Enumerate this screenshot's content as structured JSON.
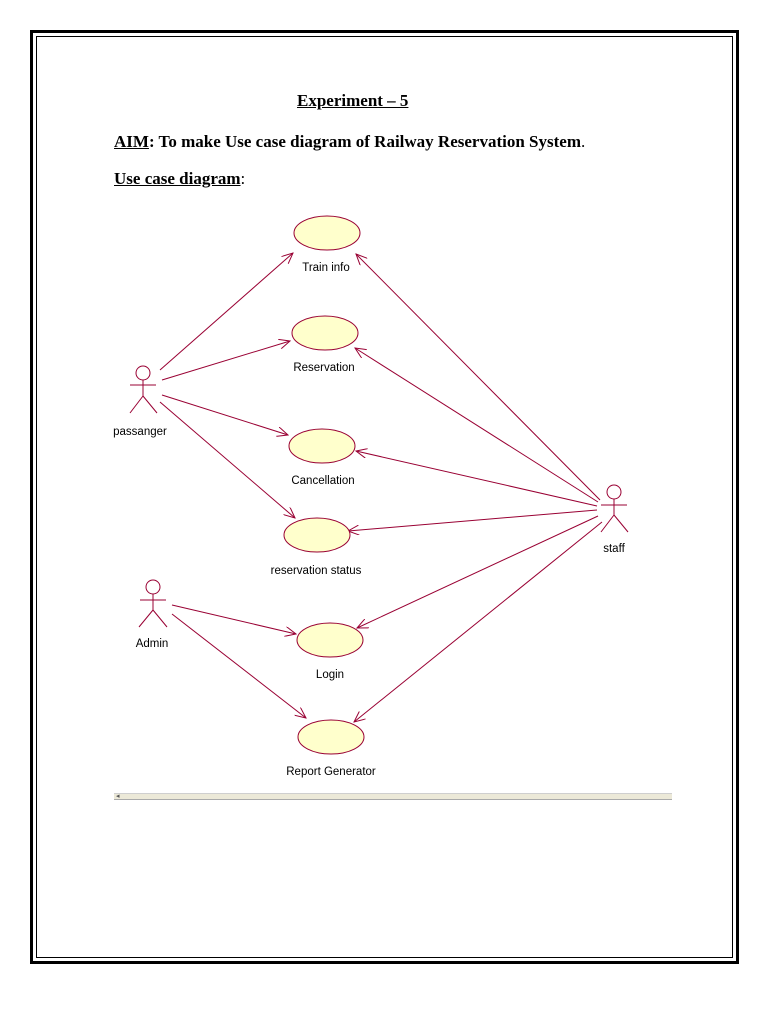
{
  "heading": {
    "experiment": "Experiment – 5",
    "aim_label": "AIM",
    "aim_text": ": To make Use case diagram of Railway  Reservation System",
    "aim_end": ".",
    "uc_label": "Use case diagram",
    "uc_end": ":"
  },
  "diagram": {
    "actors": {
      "passenger": "passanger",
      "admin": "Admin",
      "staff": "staff"
    },
    "use_cases": {
      "train_info": "Train info",
      "reservation": "Reservation",
      "cancellation": "Cancellation",
      "reservation_status": "reservation status",
      "login": "Login",
      "report_generator": "Report Generator"
    },
    "colors": {
      "usecase_fill": "#ffffcc",
      "line": "#990033",
      "actor": "#990033"
    }
  },
  "scroll_arrow": "◂"
}
